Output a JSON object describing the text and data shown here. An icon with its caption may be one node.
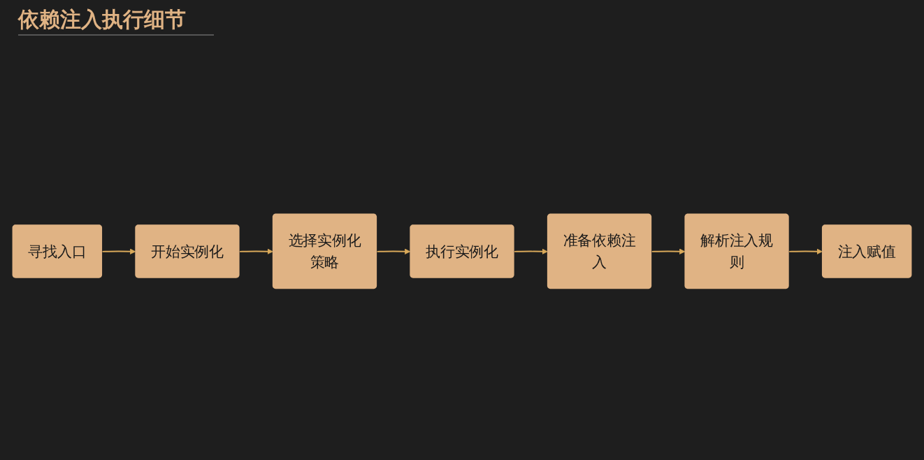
{
  "diagram": {
    "title": "依赖注入执行细节",
    "nodes": [
      {
        "text": [
          "寻找入口"
        ]
      },
      {
        "text": [
          "开始实例化"
        ]
      },
      {
        "text": [
          "选择实例化策略"
        ]
      },
      {
        "text": [
          "执行实例化"
        ]
      },
      {
        "text": [
          "注入赋值"
        ]
      },
      {
        "text": [
          "解析注入规则"
        ]
      },
      {
        "text": [
          "准备依赖注入"
        ]
      }
    ],
    "edges": [
      {
        "from": 0,
        "to": 1,
        "arrow": "to"
      },
      {
        "from": 1,
        "to": 2,
        "arrow": "to"
      },
      {
        "from": 2,
        "to": 3,
        "arrow": "to"
      },
      {
        "from": 3,
        "to": 6,
        "arrow": "to"
      },
      {
        "from": 6,
        "to": 5,
        "arrow": "to"
      },
      {
        "from": 5,
        "to": 4,
        "arrow": "to"
      }
    ]
  }
}
